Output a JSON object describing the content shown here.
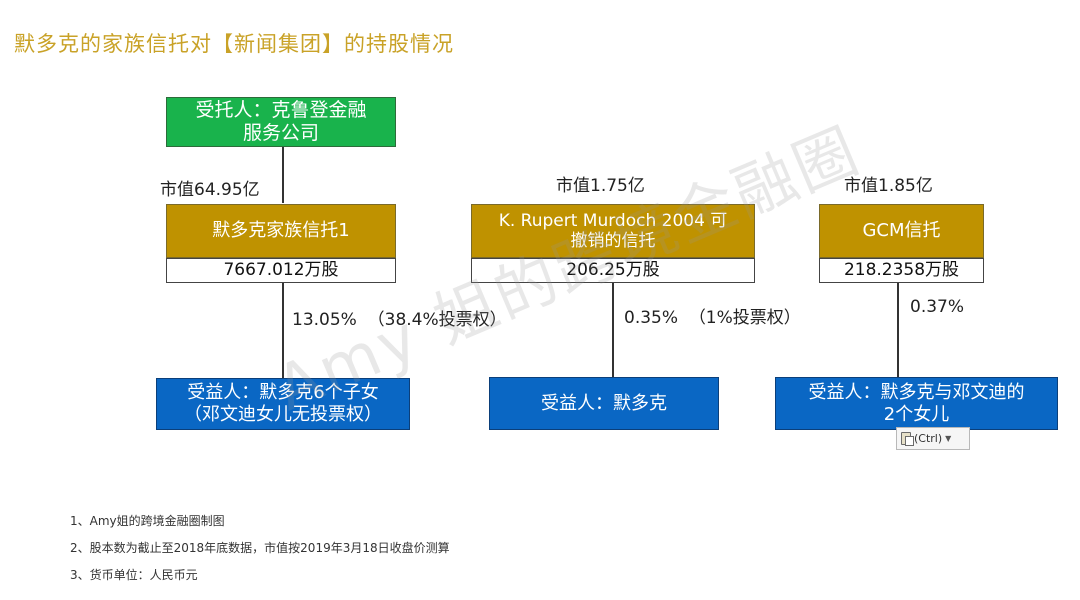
{
  "title": "默多克的家族信托对【新闻集团】的持股情况",
  "trustee": "受托人：克鲁登金融\n服务公司",
  "trusts": [
    {
      "market_value": "市值64.95亿",
      "name": "默多克家族信托1",
      "shares": "7667.012万股",
      "stake": "13.05%  （38.4%投票权）",
      "beneficiary": "受益人：默多克6个子女\n（邓文迪女儿无投票权）"
    },
    {
      "market_value": "市值1.75亿",
      "name": "K. Rupert Murdoch 2004 可\n撤销的信托",
      "shares": "206.25万股",
      "stake": "0.35%  （1%投票权）",
      "beneficiary": "受益人：默多克"
    },
    {
      "market_value": "市值1.85亿",
      "name": "GCM信托",
      "shares": "218.2358万股",
      "stake": "0.37%",
      "beneficiary": "受益人：默多克与邓文迪的\n2个女儿"
    }
  ],
  "notes": [
    "1、Amy姐的跨境金融圈制图",
    "2、股本数为截止至2018年底数据，市值按2019年3月18日收盘价测算",
    "3、货币单位：人民币元"
  ],
  "watermark": "Amy 姐的跨境金融圈",
  "paste_options": "(Ctrl)",
  "colors": {
    "title": "#c9a227",
    "trustee": "#19b34c",
    "trust": "#bf9200",
    "beneficiary": "#0a67c4"
  }
}
